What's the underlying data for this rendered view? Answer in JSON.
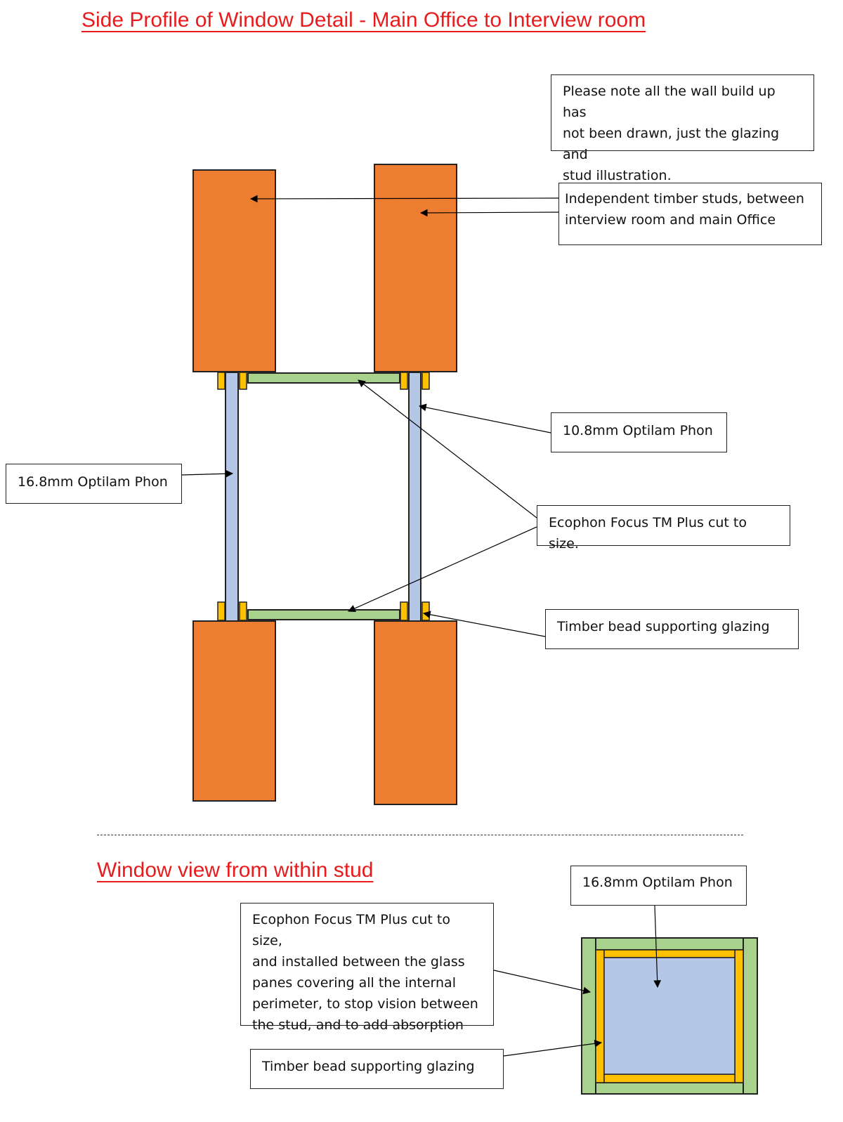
{
  "titles": {
    "side_profile": "Side Profile of Window Detail - Main Office to Interview room",
    "window_view": "Window view from within stud"
  },
  "notes": {
    "wall_note": [
      "Please note all the wall build up has",
      "not been drawn, just the glazing and",
      "stud illustration."
    ],
    "studs": [
      "Independent timber studs, between",
      "interview room and main Office"
    ],
    "glass_108": "10.8mm Optilam Phon",
    "glass_168_side": "16.8mm Optilam Phon",
    "ecophon_side": "Ecophon Focus TM Plus cut to size.",
    "bead_side": "Timber bead supporting glazing",
    "glass_168_view": "16.8mm Optilam Phon",
    "ecophon_view": [
      "Ecophon Focus TM Plus cut to size,",
      "and installed between the glass",
      "panes covering all the internal",
      "perimeter, to stop vision between",
      "the stud, and to add absorption"
    ],
    "bead_view": "Timber bead supporting glazing"
  },
  "colors": {
    "timber_stud": "#ed7d31",
    "bead": "#ffc000",
    "glass": "#b4c7e7",
    "ecophon": "#a9d18e",
    "title_red": "#e81c1c"
  }
}
